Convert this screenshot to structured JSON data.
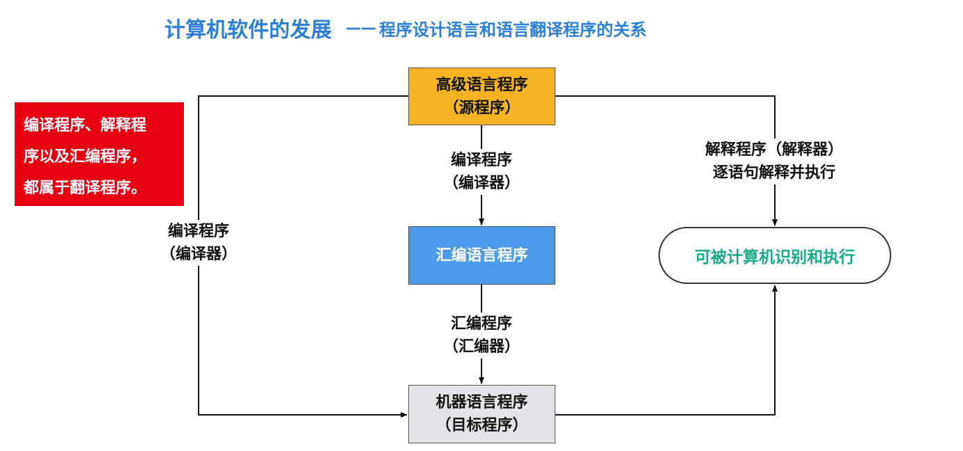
{
  "title": {
    "main": "计算机软件的发展",
    "dash": "——",
    "sub": "程序设计语言和语言翻译程序的关系"
  },
  "boxes": {
    "high_level": {
      "line1": "高级语言程序",
      "line2": "（源程序）"
    },
    "assembly": {
      "line1": "汇编语言程序"
    },
    "machine": {
      "line1": "机器语言程序",
      "line2": "（目标程序）"
    },
    "executable": {
      "text": "可被计算机识别和执行"
    }
  },
  "labels": {
    "left": {
      "line1": "编译程序",
      "line2": "（编译器）"
    },
    "mid_top": {
      "line1": "编译程序",
      "line2": "（编译器）"
    },
    "mid_bottom": {
      "line1": "汇编程序",
      "line2": "（汇编器）"
    },
    "right": {
      "line1": "解释程序（解释器）",
      "line2": "逐语句解释并执行"
    }
  },
  "note": {
    "line1": "编译程序、解释程",
    "line2": "序以及汇编程序，",
    "line3": "都属于翻译程序。"
  },
  "colors": {
    "title": "#2c7fd6",
    "high_level_box": "#f5b324",
    "assembly_box": "#4d9be8",
    "machine_box": "#e3e4e8",
    "executable_text": "#1aaa86",
    "note_bg": "#e60012"
  }
}
